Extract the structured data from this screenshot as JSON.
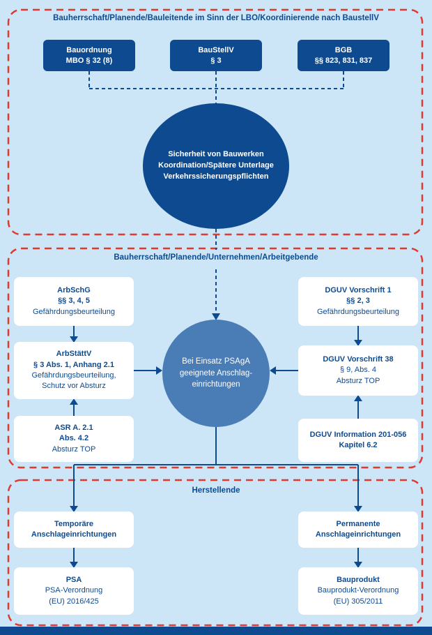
{
  "colors": {
    "bg": "#cde6f7",
    "navy": "#0e4a8f",
    "mid": "#4a7cb5",
    "red": "#e0392f",
    "white": "#ffffff"
  },
  "top": {
    "title": "Bauherrschaft/Planende/Bauleitende im Sinn der LBO/Koordinierende nach BaustellV",
    "boxes": [
      {
        "line1": "Bauordnung",
        "line2": "MBO § 32 (8)"
      },
      {
        "line1": "BauStellV",
        "line2": "§ 3"
      },
      {
        "line1": "BGB",
        "line2": "§§ 823, 831, 837"
      }
    ],
    "ellipse": {
      "line1": "Sicherheit von Bauwerken",
      "line2": "Koordination/Spätere Unterlage",
      "line3": "Verkehrssicherungspflichten"
    }
  },
  "middle": {
    "title": "Bauherrschaft/Planende/Unternehmen/Arbeitgebende",
    "left": [
      {
        "line1": "ArbSchG",
        "line2": "§§ 3, 4, 5",
        "line3": "Gefährdungsbeurteilung"
      },
      {
        "line1": "ArbStättV",
        "line2": "§ 3 Abs. 1, Anhang 2.1",
        "line3": "Gefährdungsbeurteilung,",
        "line4": "Schutz vor Absturz"
      },
      {
        "line1": "ASR A. 2.1",
        "line2": "Abs. 4.2",
        "line3": "Absturz TOP"
      }
    ],
    "circle": {
      "line1": "Bei Einsatz PSAgA",
      "line2": "geeignete Anschlag-",
      "line3": "einrichtungen"
    },
    "right": [
      {
        "line1": "DGUV Vorschrift 1",
        "line2": "§§ 2, 3",
        "line3": "Gefährdungsbeurteilung"
      },
      {
        "line1": "DGUV Vorschrift 38",
        "line2": "§ 9, Abs. 4",
        "line3": "Absturz TOP"
      },
      {
        "line1": "DGUV Information 201-056",
        "line2": "Kapitel 6.2"
      }
    ]
  },
  "bottom": {
    "title": "Herstellende",
    "left": {
      "box1_line1": "Temporäre",
      "box1_line2": "Anschlageinrichtungen",
      "box2_line1": "PSA",
      "box2_line2": "PSA-Verordnung",
      "box2_line3": "(EU) 2016/425"
    },
    "right": {
      "box1_line1": "Permanente",
      "box1_line2": "Anschlageinrichtungen",
      "box2_line1": "Bauprodukt",
      "box2_line2": "Bauprodukt-Verordnung",
      "box2_line3": "(EU) 305/2011"
    }
  }
}
